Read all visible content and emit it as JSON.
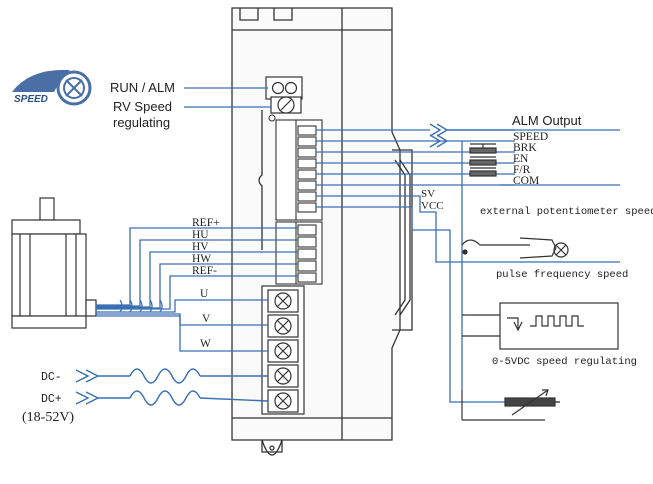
{
  "labels": {
    "run_alm": "RUN / ALM",
    "rv_speed_1": "RV Speed",
    "rv_speed_2": "regulating",
    "alm_output": "ALM Output",
    "speed_logo": "SPEED",
    "ext_pot": "external potentiometer speed",
    "pulse_freq": "pulse frequency speed",
    "analog_speed": "0-5VDC speed regulating"
  },
  "control_signals": [
    "SPEED",
    "BRK",
    "EN",
    "F/R",
    "COM"
  ],
  "supply_signals": [
    "SV",
    "VCC"
  ],
  "hall_signals": [
    "REF+",
    "HU",
    "HV",
    "HW",
    "REF-"
  ],
  "motor_phases": [
    "U",
    "V",
    "W"
  ],
  "power": {
    "dc_minus": "DC-",
    "dc_plus": "DC+",
    "range": "(18-52V)"
  },
  "colors": {
    "wire": "#3a6fb5",
    "outline": "#333333",
    "text": "#222222"
  }
}
